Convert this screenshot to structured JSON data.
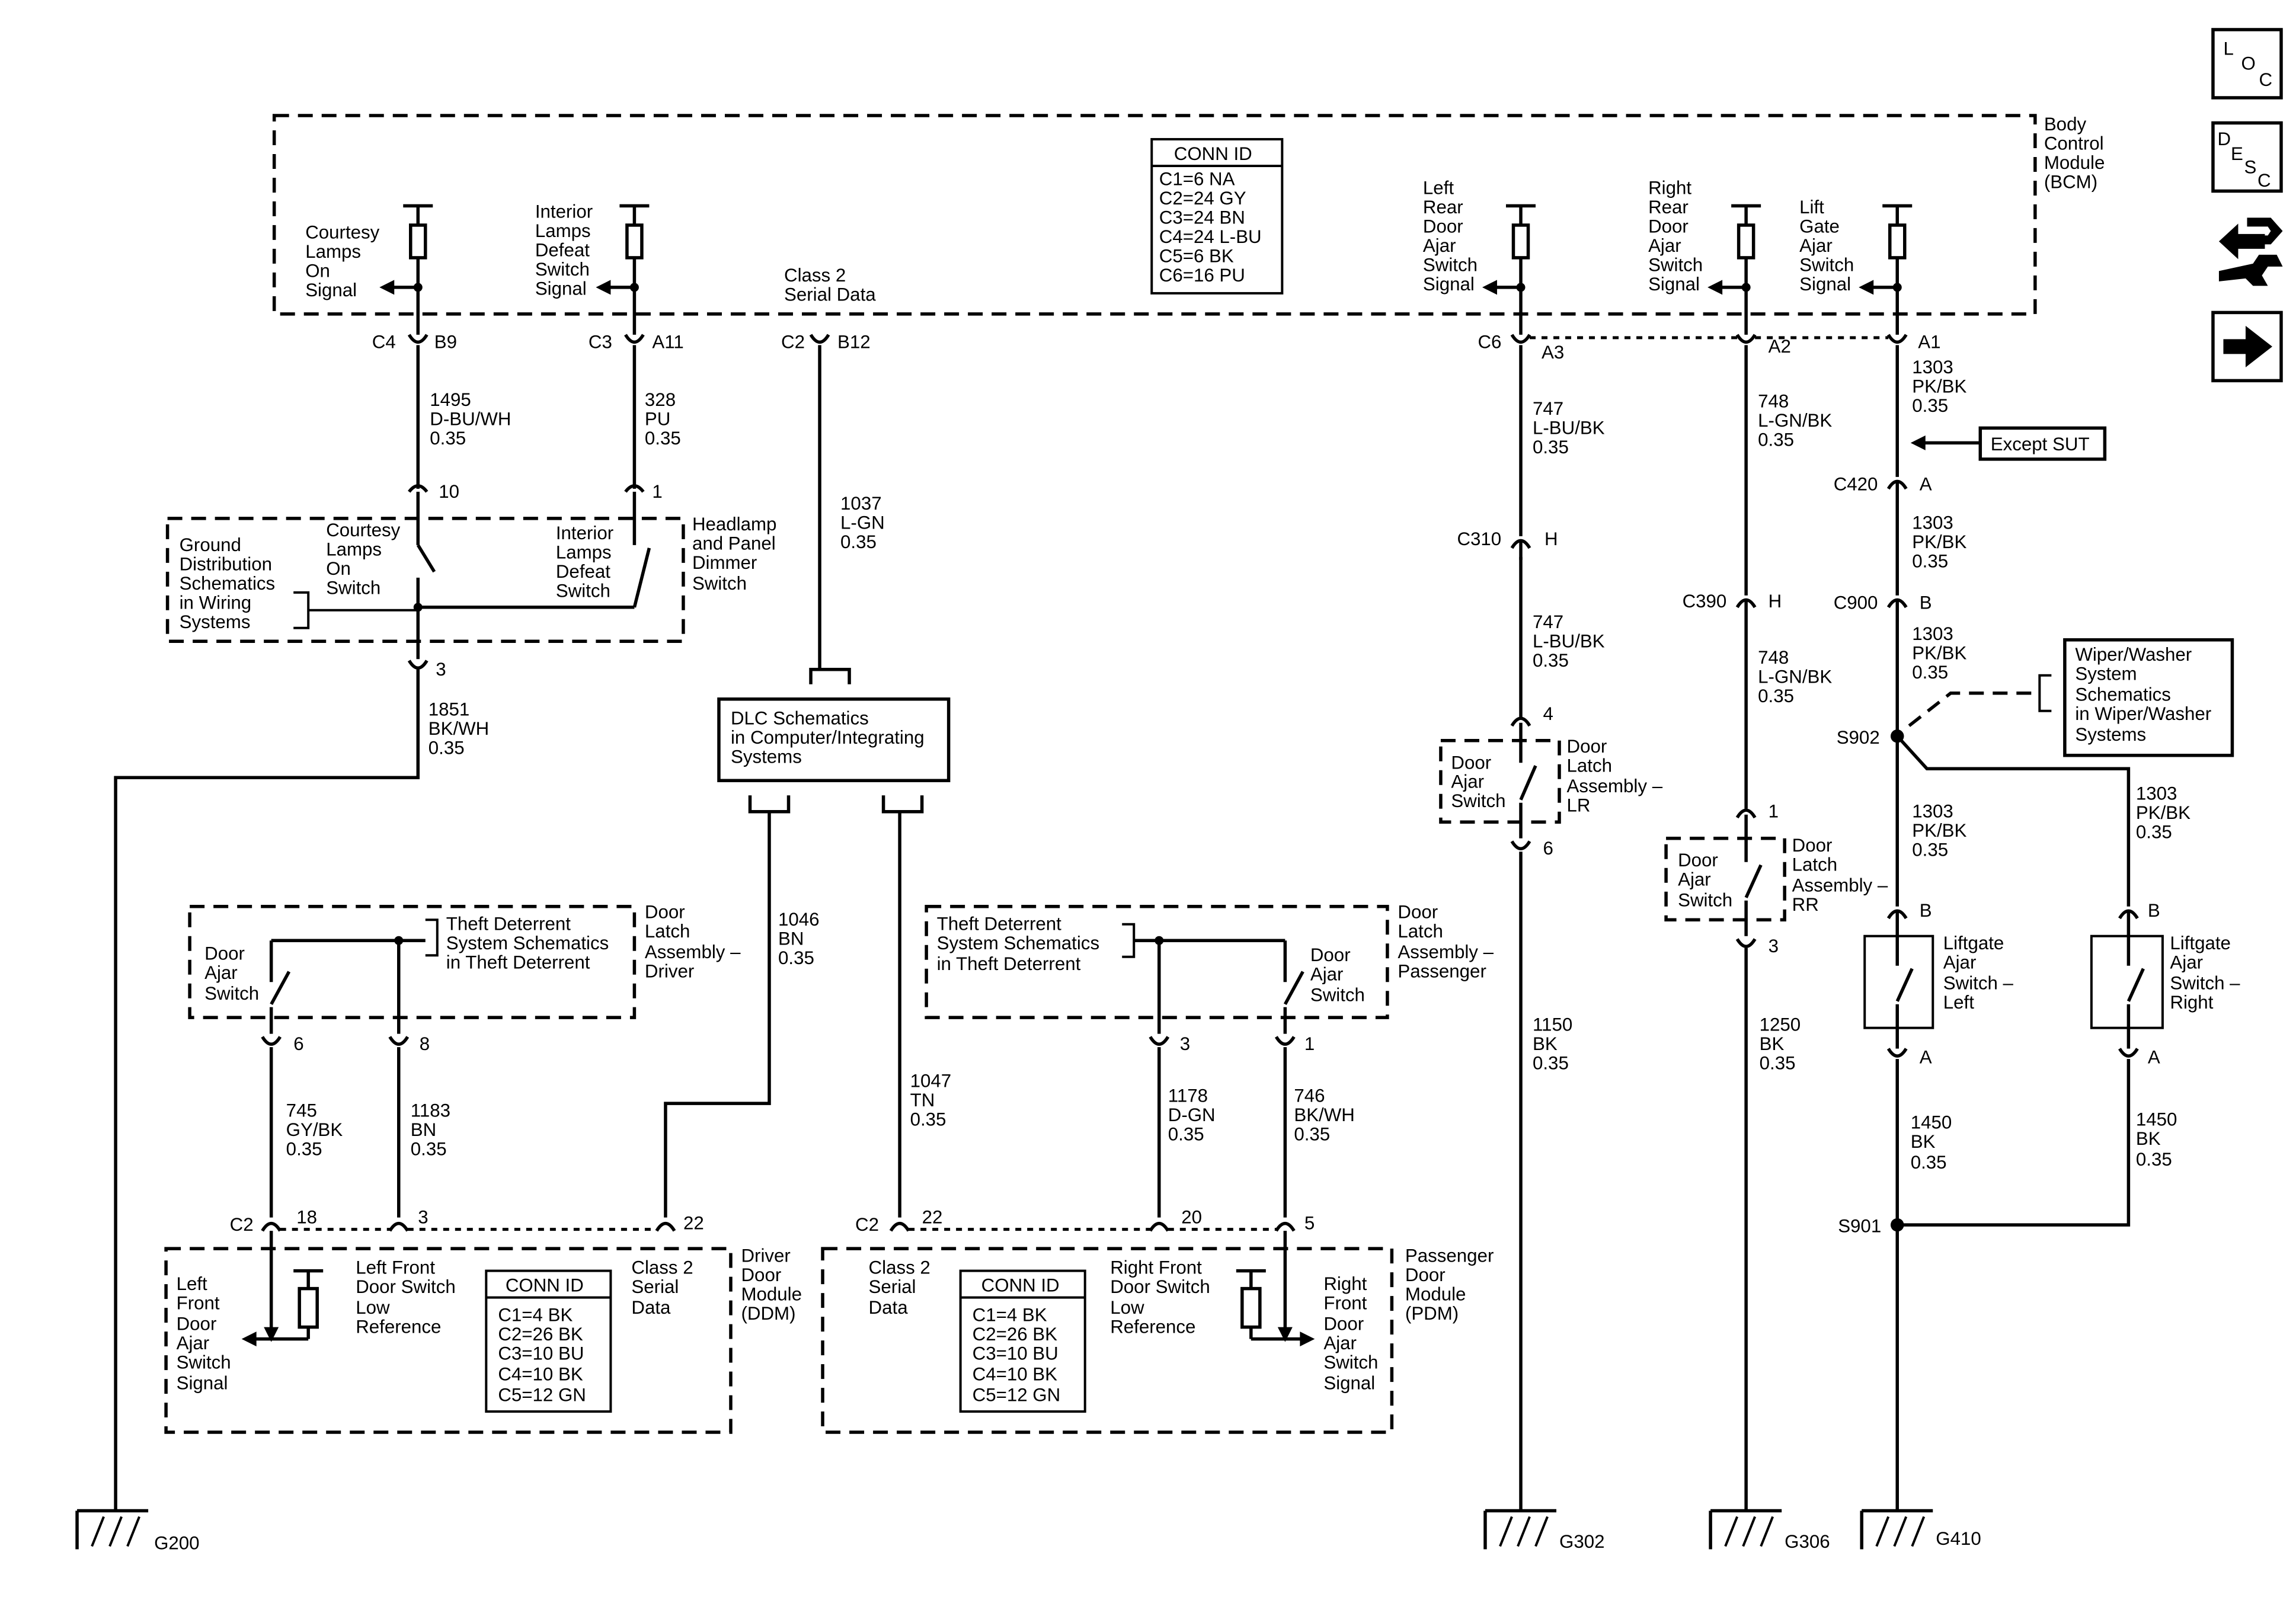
{
  "module_labels": {
    "bcm": [
      "Body",
      "Control",
      "Module",
      "(BCM)"
    ],
    "ddm": [
      "Driver",
      "Door",
      "Module",
      "(DDM)"
    ],
    "pdm": [
      "Passenger",
      "Door",
      "Module",
      "(PDM)"
    ]
  },
  "bcm_conn_table": {
    "header": "CONN ID",
    "rows": [
      "C1=6 NA",
      "C2=24 GY",
      "C3=24 BN",
      "C4=24 L-BU",
      "C5=6 BK",
      "C6=16 PU"
    ]
  },
  "door_module_conn_table": {
    "header": "CONN ID",
    "rows": [
      "C1=4 BK",
      "C2=26 BK",
      "C3=10 BU",
      "C4=10 BK",
      "C5=12 GN"
    ]
  },
  "bcm_signals": {
    "courtesy": [
      "Courtesy",
      "Lamps",
      "On",
      "Signal"
    ],
    "interior": [
      "Interior",
      "Lamps",
      "Defeat",
      "Switch",
      "Signal"
    ],
    "class2": [
      "Class 2",
      "Serial Data"
    ],
    "left_rear": [
      "Left",
      "Rear",
      "Door",
      "Ajar",
      "Switch",
      "Signal"
    ],
    "right_rear": [
      "Right",
      "Rear",
      "Door",
      "Ajar",
      "Switch",
      "Signal"
    ],
    "lift_gate": [
      "Lift",
      "Gate",
      "Ajar",
      "Switch",
      "Signal"
    ]
  },
  "bcm_pins": {
    "c4": "C4",
    "b9": "B9",
    "c3": "C3",
    "a11": "A11",
    "c2": "C2",
    "b12": "B12",
    "c6": "C6",
    "a3": "A3",
    "a2": "A2",
    "a1": "A1"
  },
  "wires": {
    "w1495": [
      "1495",
      "D-BU/WH",
      "0.35"
    ],
    "w328": [
      "328",
      "PU",
      "0.35"
    ],
    "w1037": [
      "1037",
      "L-GN",
      "0.35"
    ],
    "w1851": [
      "1851",
      "BK/WH",
      "0.35"
    ],
    "w747a": [
      "747",
      "L-BU/BK",
      "0.35"
    ],
    "w747b": [
      "747",
      "L-BU/BK",
      "0.35"
    ],
    "w748a": [
      "748",
      "L-GN/BK",
      "0.35"
    ],
    "w748b": [
      "748",
      "L-GN/BK",
      "0.35"
    ],
    "w1303a": [
      "1303",
      "PK/BK",
      "0.35"
    ],
    "w1303b": [
      "1303",
      "PK/BK",
      "0.35"
    ],
    "w1303c": [
      "1303",
      "PK/BK",
      "0.35"
    ],
    "w1303d": [
      "1303",
      "PK/BK",
      "0.35"
    ],
    "w1303e": [
      "1303",
      "PK/BK",
      "0.35"
    ],
    "w1046": [
      "1046",
      "BN",
      "0.35"
    ],
    "w1047": [
      "1047",
      "TN",
      "0.35"
    ],
    "w745": [
      "745",
      "GY/BK",
      "0.35"
    ],
    "w1183": [
      "1183",
      "BN",
      "0.35"
    ],
    "w1178": [
      "1178",
      "D-GN",
      "0.35"
    ],
    "w746": [
      "746",
      "BK/WH",
      "0.35"
    ],
    "w1150": [
      "1150",
      "BK",
      "0.35"
    ],
    "w1250": [
      "1250",
      "BK",
      "0.35"
    ],
    "w1450a": [
      "1450",
      "BK",
      "0.35"
    ],
    "w1450b": [
      "1450",
      "BK",
      "0.35"
    ]
  },
  "headlamp_switch": {
    "title": [
      "Headlamp",
      "and Panel",
      "Dimmer",
      "Switch"
    ],
    "ground_ref": [
      "Ground",
      "Distribution",
      "Schematics",
      "in Wiring",
      "Systems"
    ],
    "courtesy_sw": [
      "Courtesy",
      "Lamps",
      "On",
      "Switch"
    ],
    "interior_sw": [
      "Interior",
      "Lamps",
      "Defeat",
      "Switch"
    ],
    "pin10": "10",
    "pin1": "1",
    "pin3": "3"
  },
  "dlc": [
    "DLC Schematics",
    "in Computer/Integrating",
    "Systems"
  ],
  "connectors": {
    "c310": "C310",
    "h310": "H",
    "c390": "C390",
    "h390": "H",
    "c420": "C420",
    "a420": "A",
    "c900": "C900",
    "b900": "B",
    "s902": "S902",
    "s901": "S901"
  },
  "except_sut": "Except SUT",
  "wiper_ref": [
    "Wiper/Washer",
    "System",
    "Schematics",
    "in Wiper/Washer",
    "Systems"
  ],
  "latch_lr": {
    "title": [
      "Door",
      "Latch",
      "Assembly –",
      "LR"
    ],
    "sw": [
      "Door",
      "Ajar",
      "Switch"
    ],
    "pin4": "4",
    "pin6": "6"
  },
  "latch_rr": {
    "title": [
      "Door",
      "Latch",
      "Assembly –",
      "RR"
    ],
    "sw": [
      "Door",
      "Ajar",
      "Switch"
    ],
    "pin1": "1",
    "pin3": "3"
  },
  "liftgate_left": {
    "title": [
      "Liftgate",
      "Ajar",
      "Switch –",
      "Left"
    ],
    "pinB": "B",
    "pinA": "A"
  },
  "liftgate_right": {
    "title": [
      "Liftgate",
      "Ajar",
      "Switch –",
      "Right"
    ],
    "pinB": "B",
    "pinA": "A"
  },
  "latch_driver": {
    "title": [
      "Door",
      "Latch",
      "Assembly –",
      "Driver"
    ],
    "sw": [
      "Door",
      "Ajar",
      "Switch"
    ],
    "theft": [
      "Theft Deterrent",
      "System Schematics",
      "in Theft Deterrent"
    ],
    "pin6": "6",
    "pin8": "8"
  },
  "latch_passenger": {
    "title": [
      "Door",
      "Latch",
      "Assembly –",
      "Passenger"
    ],
    "sw": [
      "Door",
      "Ajar",
      "Switch"
    ],
    "theft": [
      "Theft Deterrent",
      "System Schematics",
      "in Theft Deterrent"
    ],
    "pin3": "3",
    "pin1": "1"
  },
  "ddm": {
    "c2": "C2",
    "p18": "18",
    "p3": "3",
    "p22": "22",
    "signal": [
      "Left",
      "Front",
      "Door",
      "Ajar",
      "Switch",
      "Signal"
    ],
    "lowref": [
      "Left Front",
      "Door Switch",
      "Low",
      "Reference"
    ],
    "class2": [
      "Class 2",
      "Serial",
      "Data"
    ]
  },
  "pdm": {
    "c2": "C2",
    "p22": "22",
    "p20": "20",
    "p5": "5",
    "signal": [
      "Right",
      "Front",
      "Door",
      "Ajar",
      "Switch",
      "Signal"
    ],
    "lowref": [
      "Right Front",
      "Door Switch",
      "Low",
      "Reference"
    ],
    "class2": [
      "Class 2",
      "Serial",
      "Data"
    ]
  },
  "grounds": {
    "g200": "G200",
    "g302": "G302",
    "g306": "G306",
    "g410": "G410"
  },
  "nav_buttons": {
    "loc": [
      "L",
      "O",
      "C"
    ],
    "desc": [
      "D",
      "E",
      "S",
      "C"
    ]
  },
  "icons": [
    "location-icon",
    "description-icon",
    "connector-tool-icon",
    "next-arrow-icon"
  ]
}
